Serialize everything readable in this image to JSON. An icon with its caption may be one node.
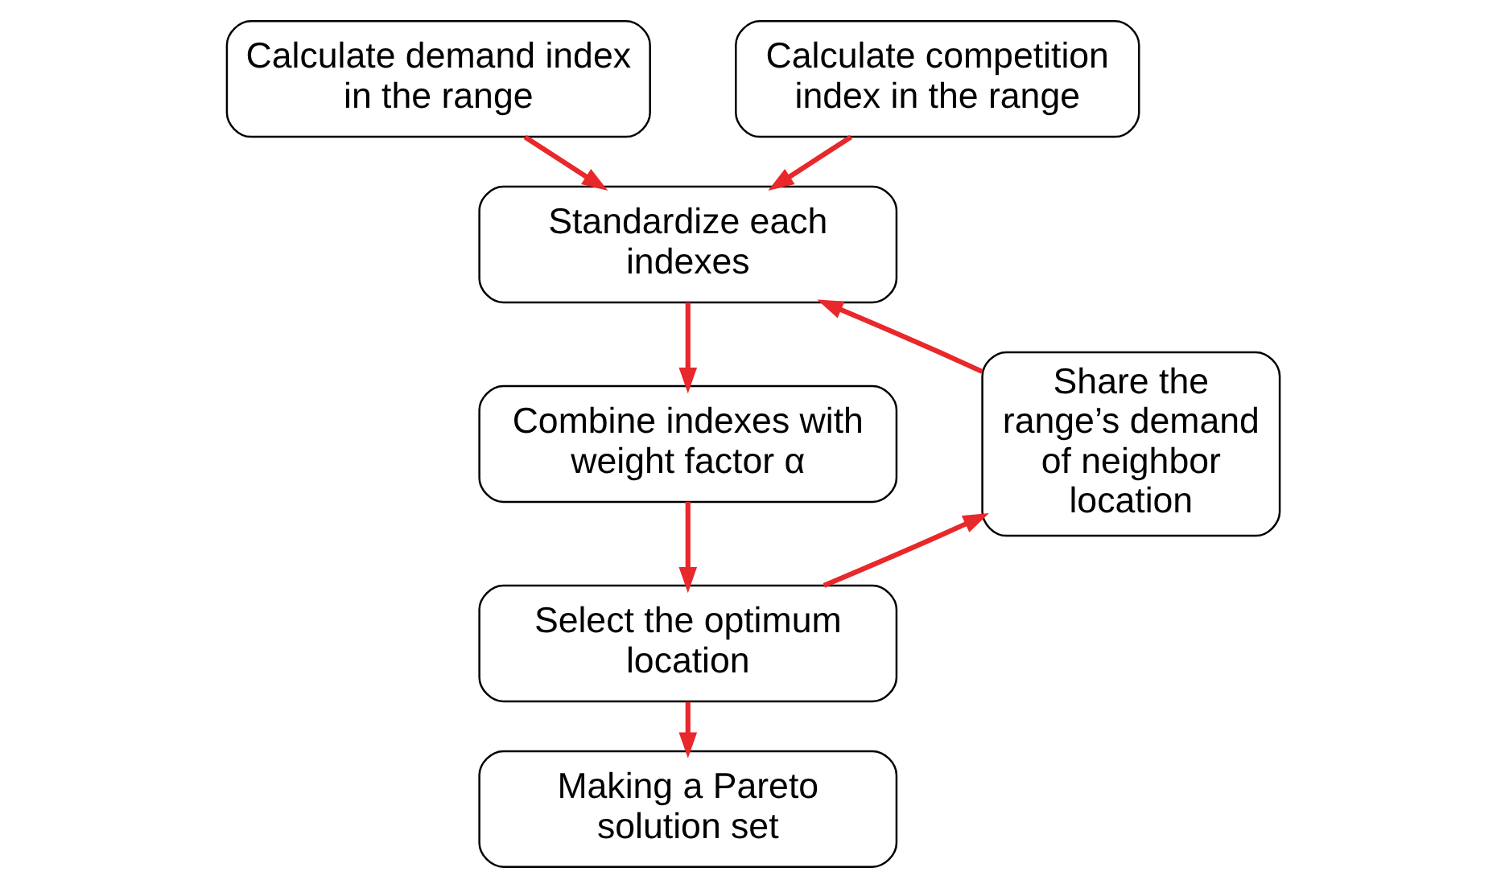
{
  "diagram": {
    "nodes": [
      {
        "text": [
          "Calculate demand index in the range"
        ]
      },
      {
        "text": [
          "Calculate competition index in the range"
        ]
      },
      {
        "text": [
          "Standardize each indexes"
        ]
      },
      {
        "text": [
          "Combine indexes with weight factor α"
        ]
      },
      {
        "text": [
          "Select the optimum location"
        ]
      },
      {
        "text": [
          "Share the range’s demand of neighbor location"
        ]
      },
      {
        "text": [
          "Making a Pareto solution set"
        ]
      }
    ],
    "edges": [
      {
        "from": 0,
        "to": 2,
        "arrow": "to"
      },
      {
        "from": 1,
        "to": 2,
        "arrow": "to"
      },
      {
        "from": 2,
        "to": 3,
        "arrow": "to"
      },
      {
        "from": 3,
        "to": 4,
        "arrow": "to"
      },
      {
        "from": 4,
        "to": 5,
        "arrow": "to"
      },
      {
        "from": 5,
        "to": 2,
        "arrow": "to"
      },
      {
        "from": 4,
        "to": 6,
        "arrow": "to"
      }
    ]
  }
}
